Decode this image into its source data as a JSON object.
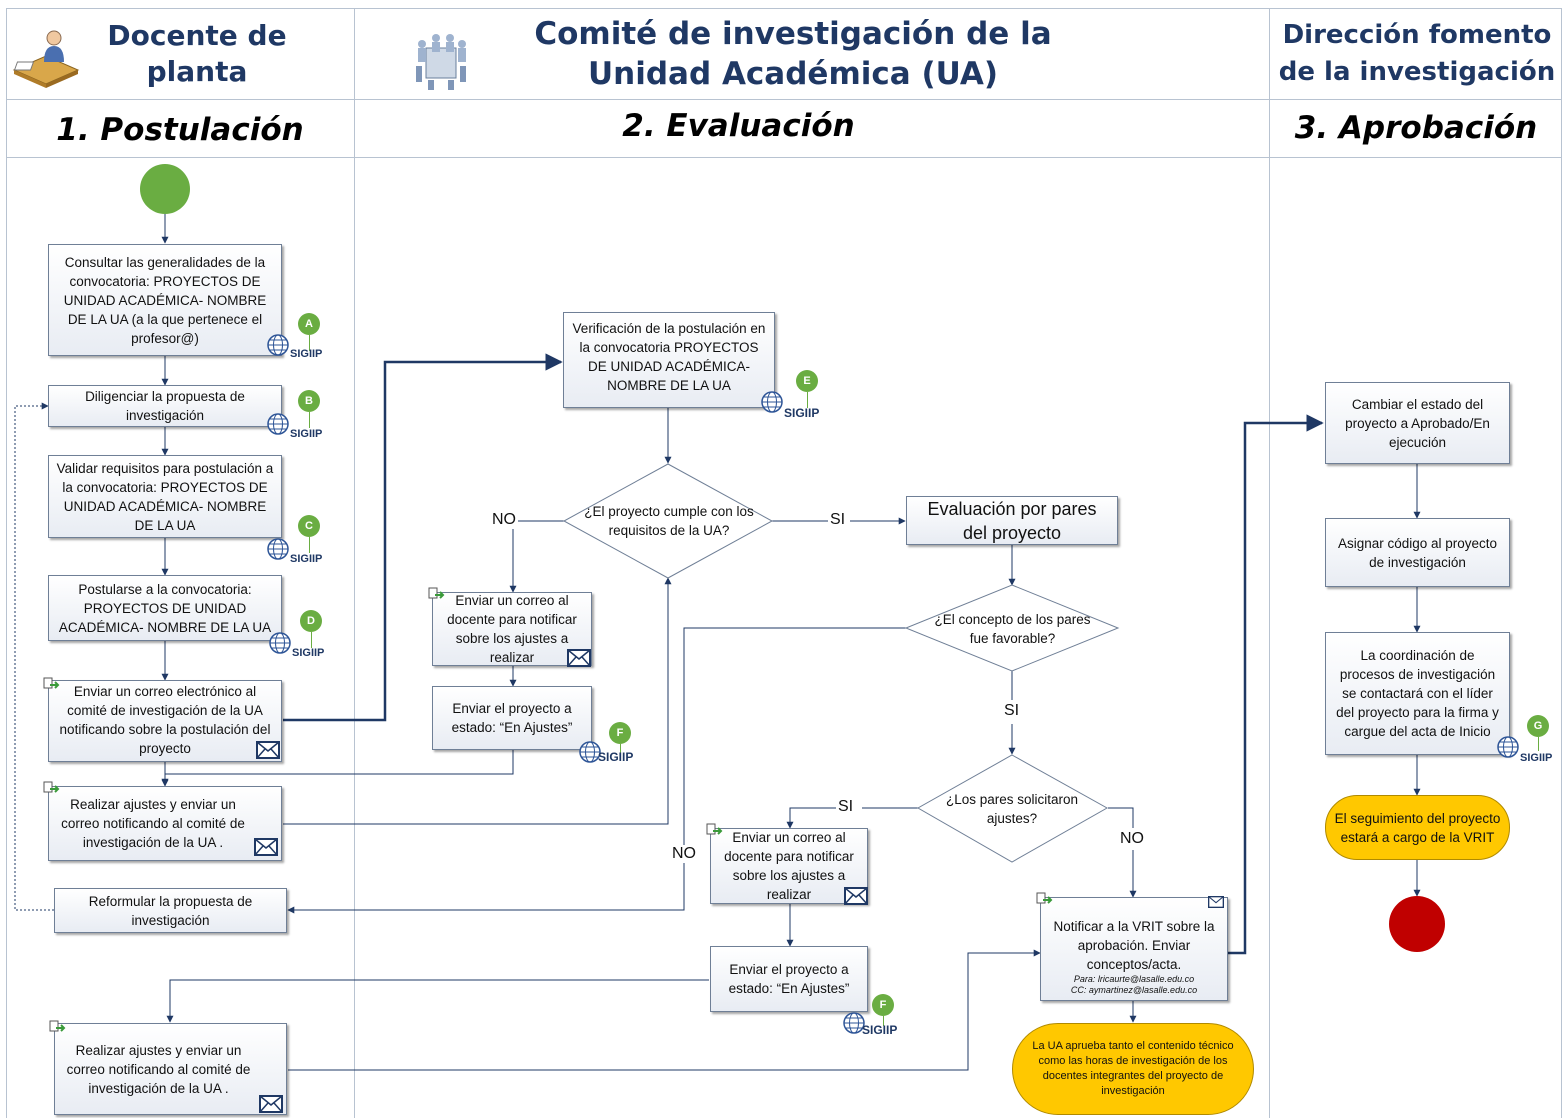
{
  "colors": {
    "header": "#1f3864",
    "start": "#6aad42",
    "end": "#c00000",
    "note": "#ffc800",
    "badge": "#6aad42",
    "line": "#1f3864"
  },
  "headers": {
    "lane1": "Docente de planta",
    "lane2": "Comité de investigación de la Unidad Académica (UA)",
    "lane3": "Dirección fomento de la investigación"
  },
  "phases": {
    "p1": "1. Postulación",
    "p2": "2. Evaluación",
    "p3": "3. Aprobación"
  },
  "icons": {
    "lane1": "teacher-desk-icon",
    "lane2": "committee-meeting-icon",
    "system": "globe-icon",
    "email": "envelope-icon",
    "attachment": "attachment-icon"
  },
  "system_label": "SIGIIP",
  "badges": {
    "a": "A",
    "b": "B",
    "c": "C",
    "d": "D",
    "e": "E",
    "f": "F",
    "g": "G"
  },
  "steps": {
    "consultar": "Consultar las generalidades de la convocatoria: PROYECTOS DE UNIDAD ACADÉMICA- NOMBRE DE LA UA (a la que pertenece el profesor@)",
    "diligenciar": "Diligenciar la propuesta de investigación",
    "validar": "Validar requisitos para postulación a la convocatoria: PROYECTOS DE UNIDAD ACADÉMICA- NOMBRE DE LA UA",
    "postularse": "Postularse a la convocatoria: PROYECTOS DE UNIDAD ACADÉMICA- NOMBRE DE LA UA",
    "enviar_correo_comite": "Enviar un correo electrónico al comité de investigación de la UA notificando sobre la postulación del proyecto",
    "realizar_ajustes_1": "Realizar ajustes y enviar un correo notificando al comité de investigación de la UA .",
    "reformular": "Reformular la propuesta de investigación",
    "realizar_ajustes_2": "Realizar ajustes y enviar un correo notificando al comité de investigación de la UA .",
    "verificacion": "Verificación de la postulación en la convocatoria PROYECTOS DE UNIDAD ACADÉMICA- NOMBRE DE LA UA",
    "correo_docente_1": "Enviar un correo al docente para notificar sobre los ajustes a realizar",
    "en_ajustes_1": "Enviar el proyecto a estado: “En Ajustes”",
    "evaluacion_pares": "Evaluación por pares del proyecto",
    "correo_docente_2": "Enviar un correo al docente para notificar sobre los ajustes a realizar",
    "en_ajustes_2": "Enviar el proyecto a estado: “En Ajustes”",
    "notificar_vrit": "Notificar a la VRIT sobre la aprobación. Enviar conceptos/acta.",
    "notificar_para": "Para: lricaurte@lasalle.edu.co",
    "notificar_cc": "CC: aymartinez@lasalle.edu.co",
    "cambiar_estado": "Cambiar el estado del proyecto a Aprobado/En ejecución",
    "asignar_codigo": "Asignar código al proyecto de investigación",
    "coordinacion": "La coordinación de procesos de investigación se contactará con el líder del proyecto para la firma y cargue del acta de Inicio"
  },
  "decisions": {
    "cumple": "¿El proyecto cumple con los requisitos de la UA?",
    "favorable": "¿El concepto de los pares fue favorable?",
    "solicitaron": "¿Los pares solicitaron ajustes?"
  },
  "notes": {
    "ua_aprueba": "La UA aprueba tanto el contenido técnico como las horas de investigación de los docentes integrantes del proyecto de investigación",
    "seguimiento": "El seguimiento del proyecto estará a cargo de la VRIT"
  },
  "branch_labels": {
    "no_1": "NO",
    "si_1": "SI",
    "si_2": "SI",
    "si_3": "SI",
    "no_2": "NO",
    "no_3": "NO"
  }
}
